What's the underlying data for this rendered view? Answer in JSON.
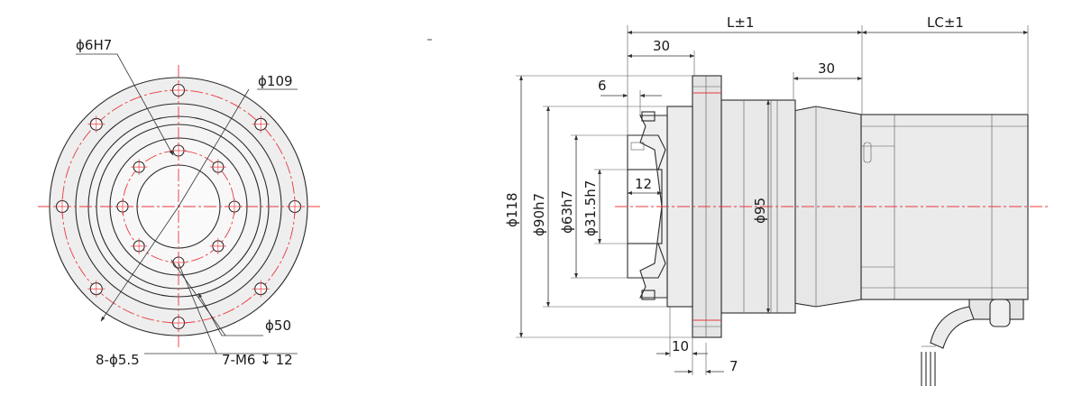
{
  "colors": {
    "centerline": "#e8383d",
    "outline": "#2a2a2a",
    "body_fill": "#eeeeee",
    "face_fill": "#f3f3f3",
    "hatch": "#555555"
  },
  "front_view": {
    "labels": {
      "bore": "ϕ6H7",
      "bolt_circle": "ϕ109",
      "inner_circle": "ϕ50",
      "mount_holes": "8-ϕ5.5",
      "thread_holes": "7-M6",
      "thread_depth": "12",
      "depth_symbol": "↧"
    },
    "mount_hole_count": 8,
    "thread_hole_count": 7
  },
  "side_view": {
    "labels": {
      "length": "L±1",
      "motor_length": "LC±1",
      "flange_to_face": "30",
      "motor_section": "30",
      "face_offset": "6",
      "flange_dia": "ϕ118",
      "pilot_dia": "ϕ90h7",
      "output_dia": "ϕ63h7",
      "center_bore": "ϕ31.5h7",
      "boss_length": "12",
      "body_dia": "ϕ95",
      "flange_thickness": "10",
      "flange_step": "7"
    }
  }
}
